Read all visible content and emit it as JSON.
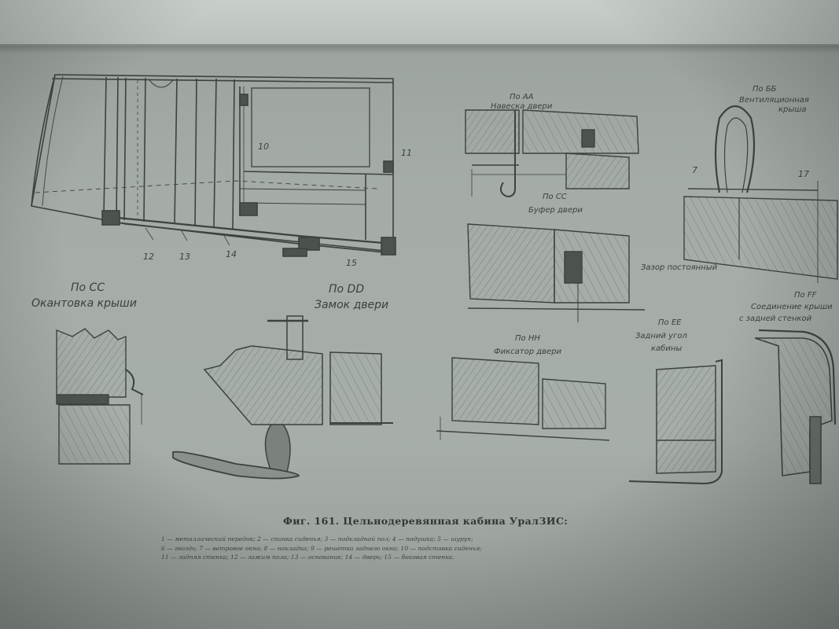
{
  "views": {
    "aa_title": "По АА",
    "aa_sub": "Навеска двери",
    "bb_title": "По ББ",
    "bb_sub1": "Вентиляционная",
    "bb_sub2": "крыша",
    "cc_top_title": "По СС",
    "cc_top_sub": "Буфер двери",
    "cc_top_note": "Зазор постоянный",
    "cc_left_title": "По СС",
    "cc_left_sub": "Окантовка крыши",
    "dd_title": "По DD",
    "dd_sub": "Замок двери",
    "mid_title": "По НН",
    "mid_sub": "Фиксатор двери",
    "ee_title": "По ЕЕ",
    "ee_sub1": "Задний угол",
    "ee_sub2": "кабины",
    "ff_title": "По FF",
    "ff_sub1": "Соединение крыши",
    "ff_sub2": "с задней стенкой"
  },
  "part_numbers": {
    "n10": "10",
    "n11": "11",
    "n12": "12",
    "n13": "13",
    "n14": "14",
    "n15": "15",
    "n17": "17",
    "n7": "7"
  },
  "caption": "Фиг. 161. Цельнодеревянная кабина УралЗИС:",
  "legend": {
    "line1": "1 — металлический передок; 2 — спинка сиденья; 3 — подкладной пол; 4 — подушка; 5 — шуруп;",
    "line2": "6 — гвоздь; 7 — ветровое окно; 8 — накладка; 9 — решетка заднего окна; 10 — подставка сиденья;",
    "line3": "11 — задняя стенка; 12 — зажим пола; 13 — основание; 14 — дверь; 15 — боковая стенка."
  }
}
